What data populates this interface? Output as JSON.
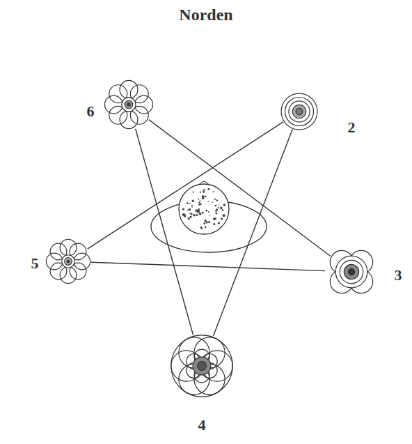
{
  "diagram": {
    "title": "Norden",
    "nodes": [
      {
        "text": [
          "6"
        ]
      },
      {
        "text": [
          "2"
        ]
      },
      {
        "text": [
          "5"
        ]
      },
      {
        "text": [
          "3"
        ]
      },
      {
        "text": [
          "4"
        ]
      }
    ],
    "edges": [
      {
        "from": 0,
        "to": 3,
        "arrow": "none"
      },
      {
        "from": 1,
        "to": 2,
        "arrow": "none"
      },
      {
        "from": 2,
        "to": 3,
        "arrow": "none"
      },
      {
        "from": 0,
        "to": 4,
        "arrow": "none"
      },
      {
        "from": 1,
        "to": 4,
        "arrow": "none"
      }
    ]
  }
}
